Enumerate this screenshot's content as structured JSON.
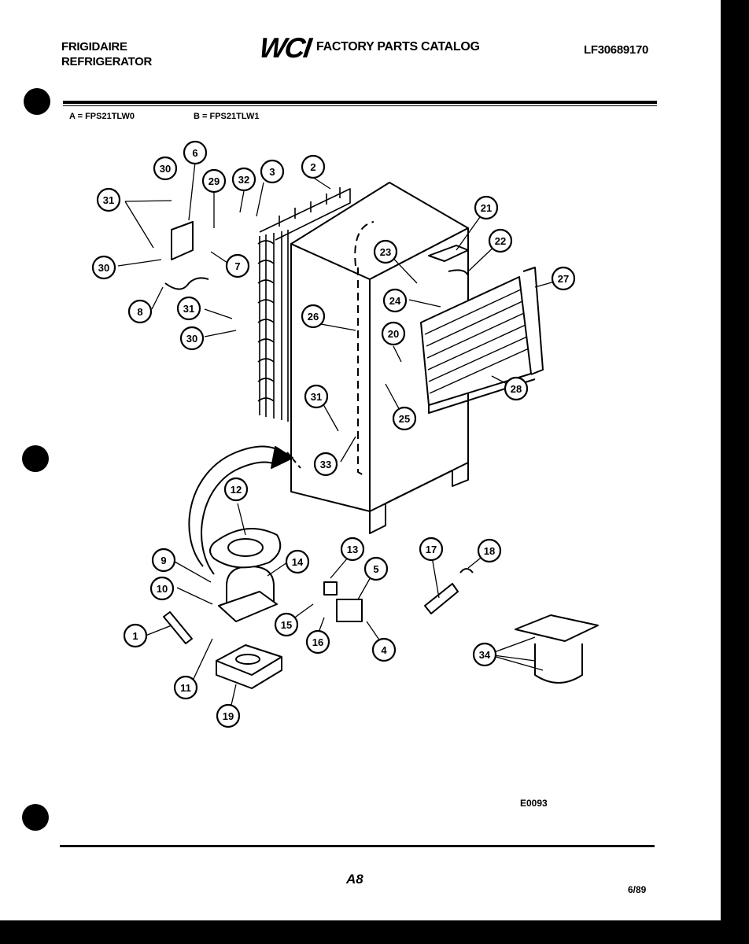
{
  "header": {
    "brand_line1": "FRIGIDAIRE",
    "brand_line2": "REFRIGERATOR",
    "logo_text": "WCI",
    "catalog_title": "FACTORY PARTS CATALOG",
    "catalog_number": "LF30689170"
  },
  "models": {
    "a": "A = FPS21TLW0",
    "b": "B = FPS21TLW1"
  },
  "diagram": {
    "callouts": [
      "1",
      "2",
      "3",
      "4",
      "5",
      "6",
      "7",
      "8",
      "9",
      "10",
      "11",
      "12",
      "13",
      "14",
      "15",
      "16",
      "17",
      "18",
      "19",
      "20",
      "21",
      "22",
      "23",
      "24",
      "25",
      "26",
      "27",
      "28",
      "29",
      "30",
      "30",
      "30",
      "31",
      "31",
      "31",
      "32",
      "33",
      "34"
    ],
    "drawing_code": "E0093"
  },
  "footer": {
    "page": "A8",
    "date": "6/89"
  }
}
